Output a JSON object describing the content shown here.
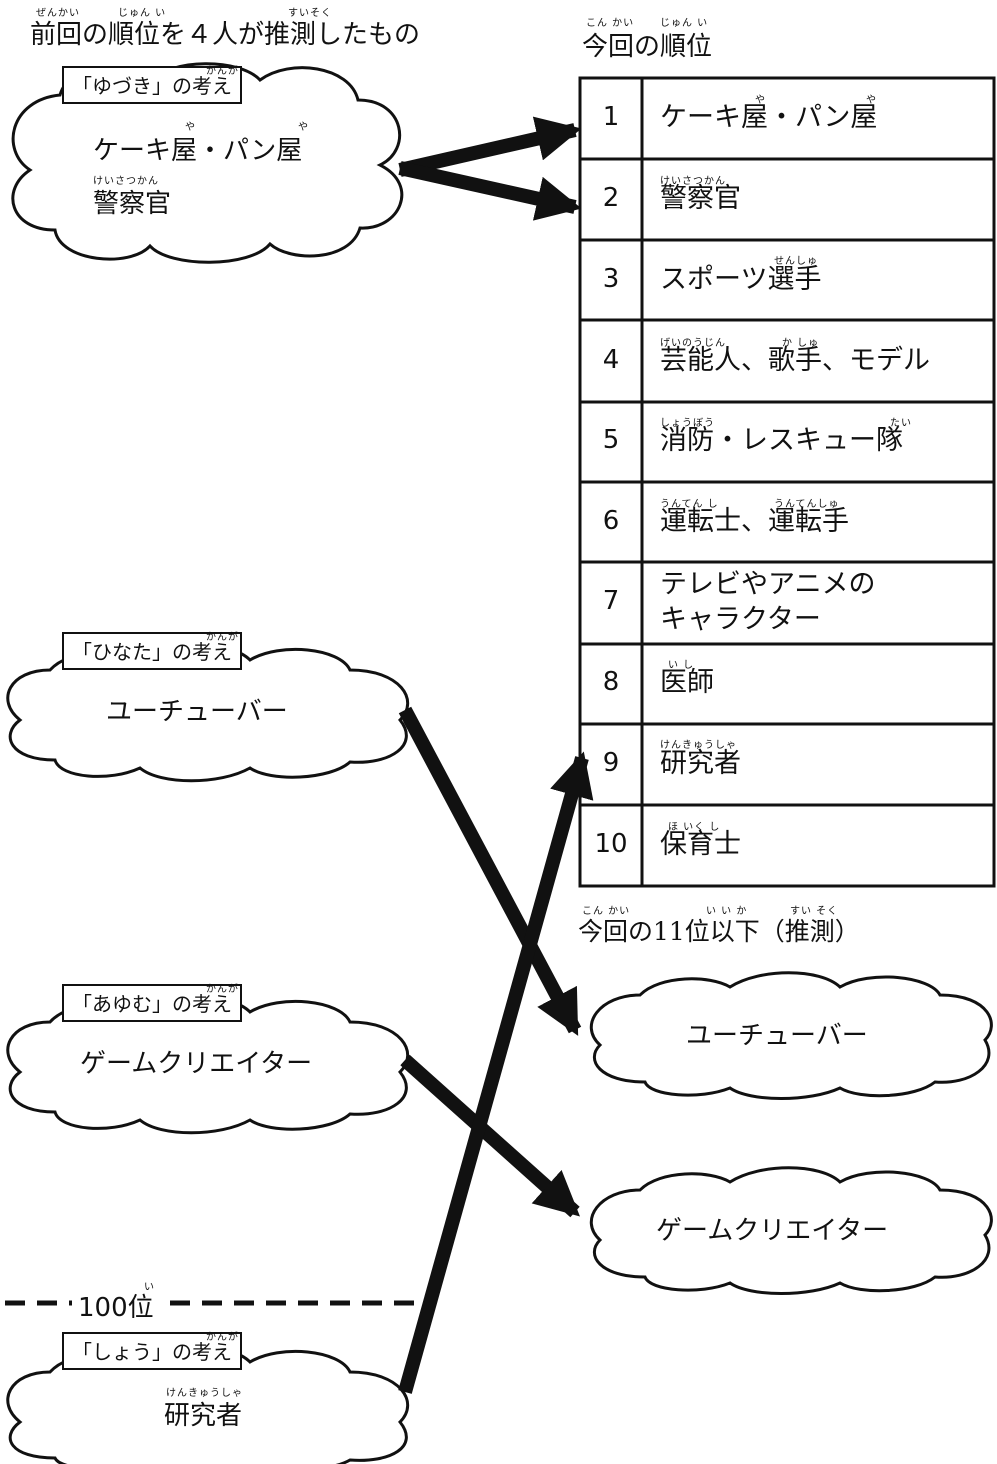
{
  "header_left": {
    "title": "前回の順位を４人が推測したもの",
    "ruby": [
      "ぜんかい",
      "じゅん い",
      "すいそく"
    ]
  },
  "header_right": {
    "title": "今回の順位",
    "ruby": [
      "こん かい",
      "じゅん い"
    ]
  },
  "guesses": [
    {
      "label": "「ゆづき」の考え",
      "label_ruby": "かんが",
      "lines": [
        "ケーキ屋・パン屋",
        "警察官"
      ],
      "ruby": [
        "や",
        "や",
        "けいさつかん"
      ]
    },
    {
      "label": "「ひなた」の考え",
      "label_ruby": "かんが",
      "lines": [
        "ユーチューバー"
      ]
    },
    {
      "label": "「あゆむ」の考え",
      "label_ruby": "かんが",
      "lines": [
        "ゲームクリエイター"
      ]
    },
    {
      "label": "「しょう」の考え",
      "label_ruby": "かんが",
      "lines": [
        "研究者"
      ],
      "ruby": [
        "けんきゅうしゃ"
      ]
    }
  ],
  "ranking": [
    {
      "rank": "1",
      "job": "ケーキ屋・パン屋",
      "ruby": [
        "や",
        "や"
      ]
    },
    {
      "rank": "2",
      "job": "警察官",
      "ruby": [
        "けいさつかん"
      ]
    },
    {
      "rank": "3",
      "job": "スポーツ選手",
      "ruby": [
        "せんしゅ"
      ]
    },
    {
      "rank": "4",
      "job": "芸能人、歌手、モデル",
      "ruby": [
        "げいのうじん",
        "か しゅ"
      ]
    },
    {
      "rank": "5",
      "job": "消防・レスキュー隊",
      "ruby": [
        "しょうぼう",
        "たい"
      ]
    },
    {
      "rank": "6",
      "job": "運転士、運転手",
      "ruby": [
        "うんてん し",
        "うんてんしゅ"
      ]
    },
    {
      "rank": "7",
      "job": "テレビやアニメの",
      "job2": "キャラクター"
    },
    {
      "rank": "8",
      "job": "医師",
      "ruby": [
        "い し"
      ]
    },
    {
      "rank": "9",
      "job": "研究者",
      "ruby": [
        "けんきゅうしゃ"
      ]
    },
    {
      "rank": "10",
      "job": "保育士",
      "ruby": [
        "ほ いく し"
      ]
    }
  ],
  "below_top10": {
    "title": "今回の11位以下（推測）",
    "ruby": [
      "こん かい",
      "い い か",
      "すい そく"
    ],
    "items": [
      "ユーチューバー",
      "ゲームクリエイター"
    ]
  },
  "cutoff": {
    "label": "100位",
    "ruby": "い"
  },
  "colors": {
    "ink": "#111111",
    "paper": "#ffffff"
  }
}
